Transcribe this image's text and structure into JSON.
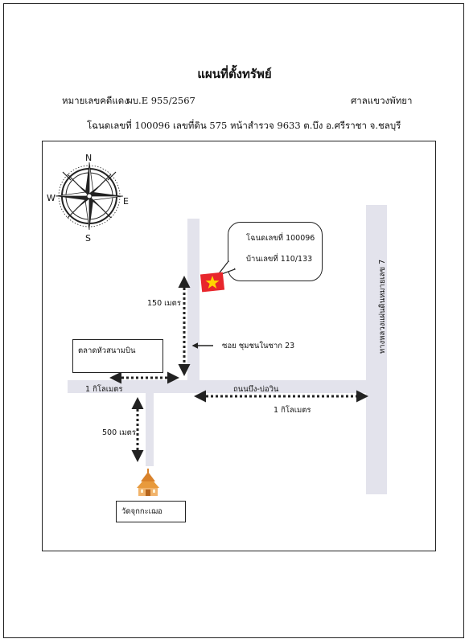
{
  "title": "แผนที่ตั้งทรัพย์",
  "header": {
    "case_label": "หมายเลขคดีแดง",
    "case_number": "ผบ.E 955/2567",
    "court": "ศาลแขวงพัทยา",
    "title_deed_line": "โฉนดเลขที่ 100096  เลขที่ดิน  575  หน้าสำรวจ  9633   ต.บึง  อ.ศรีราชา  จ.ชลบุรี"
  },
  "compass": {
    "north": "N",
    "east": "E",
    "south": "S",
    "west": "W"
  },
  "callout": {
    "deed": "โฉนดเลขที่ 100096",
    "house": "บ้านเลขที่ 110/133"
  },
  "landmarks": {
    "market": "ตลาดหัวสนามบิน",
    "temple": "วัดจุกกะเฌอ"
  },
  "roads": {
    "soi": "ซอย ชุมชนในซาก 23",
    "main_road": "ถนนบึง-บ่อวิน",
    "highway": "ทางหลวงแผ่นดินหมายเลข 7"
  },
  "distances": {
    "soi_length": "150 เมตร",
    "west_segment": "1 กิโลเมตร",
    "east_segment": "1 กิโลเมตร",
    "temple_road": "500 เมตร"
  },
  "colors": {
    "road": "#e3e3ec",
    "flag_red": "#e8262c",
    "flag_star": "#ffd400"
  }
}
